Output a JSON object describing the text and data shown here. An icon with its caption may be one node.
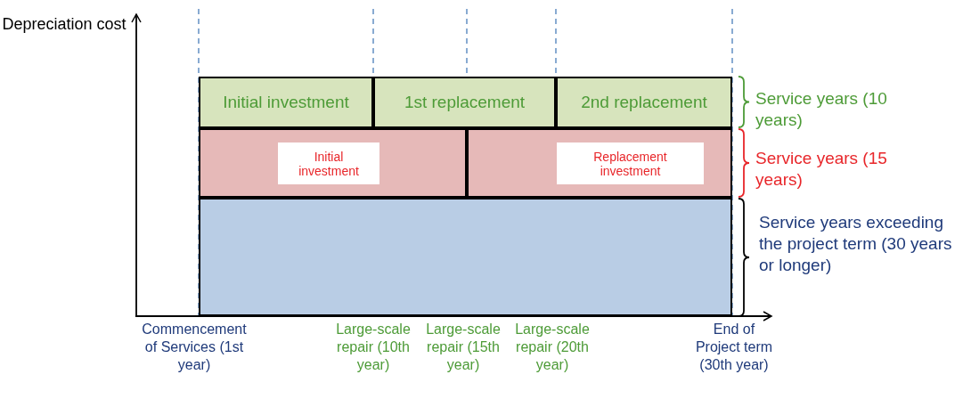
{
  "diagram": {
    "nodes": [
      {
        "text": [
          "Initial investment"
        ]
      },
      {
        "text": [
          "1st replacement"
        ]
      },
      {
        "text": [
          "2nd replacement"
        ]
      },
      {
        "text": [],
        "shape": "box"
      },
      {
        "text": [
          "Initial investment"
        ],
        "in": 3
      },
      {
        "text": [],
        "shape": "box"
      },
      {
        "text": [
          "Replacement investment"
        ],
        "in": 5
      },
      {
        "text": [],
        "shape": "box"
      }
    ],
    "edges": [],
    "labels": [
      "Depreciation cost",
      "Service years (10 years)",
      "Service years (15 years)",
      "Service years exceeding the project term (30 years or longer)",
      "Commencement of Services (1st year)",
      "Large-scale repair (10th year)",
      "Large-scale repair (15th year)",
      "Large-scale repair (20th year)",
      "End of Project term (30th year)"
    ]
  }
}
